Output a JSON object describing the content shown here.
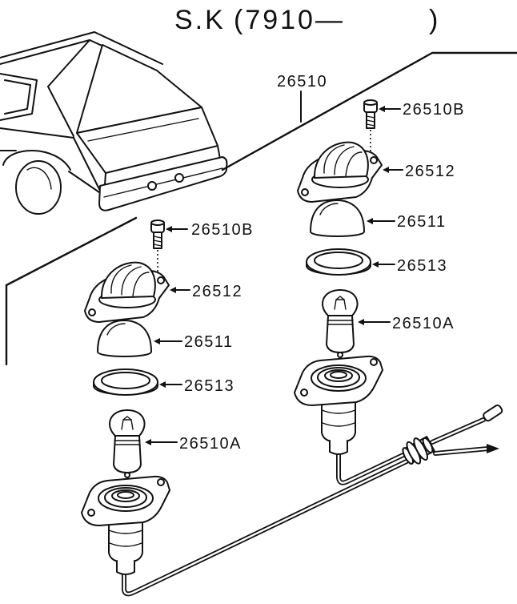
{
  "title": {
    "model": "S.K",
    "range_start": "(7910—",
    "range_end": ")"
  },
  "assembly_number": "26510",
  "right_lamp": {
    "screw": "26510B",
    "lens_housing": "26512",
    "lens": "26511",
    "gasket": "26513",
    "bulb": "26510A"
  },
  "left_lamp": {
    "screw": "26510B",
    "lens_housing": "26512",
    "lens": "26511",
    "gasket": "26513",
    "bulb": "26510A"
  },
  "colors": {
    "ink": "#111111",
    "paper": "#ffffff"
  }
}
